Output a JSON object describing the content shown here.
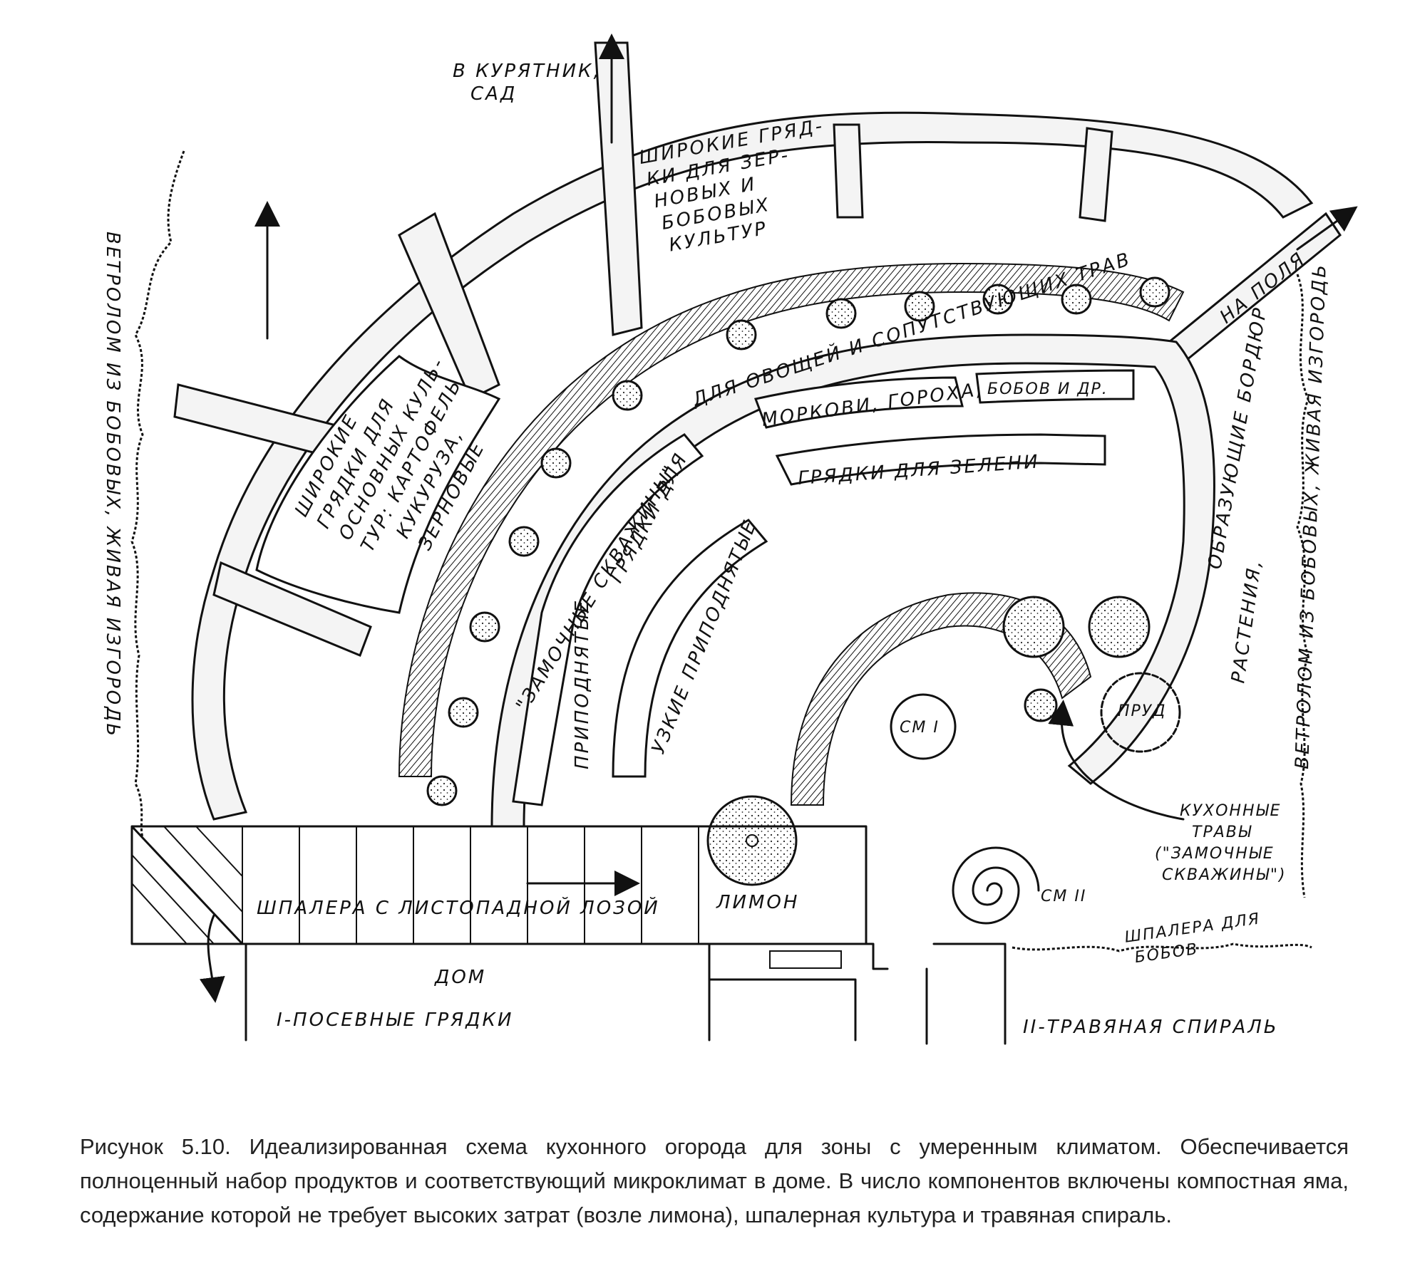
{
  "labels": {
    "to_chicken_coop": "В КУРЯТНИК,",
    "garden": "САД",
    "wide_beds_grain_l1": "ШИРОКИЕ ГРЯД-",
    "wide_beds_grain_l2": "КИ ДЛЯ ЗЕР-",
    "wide_beds_grain_l3": "НОВЫХ И",
    "wide_beds_grain_l4": "БОБОВЫХ",
    "wide_beds_grain_l5": "КУЛЬТУР",
    "windbreak_left": "ВЕТРОЛОМ ИЗ БОБОВЫХ, ЖИВАЯ ИЗГОРОДЬ",
    "wide_beds_main_l1": "ШИРОКИЕ",
    "wide_beds_main_l2": "ГРЯДКИ ДЛЯ",
    "wide_beds_main_l3": "ОСНОВНЫХ КУЛЬ-",
    "wide_beds_main_l4": "ТУР: КАРТОФЕЛЬ,",
    "wide_beds_main_l5": "КУКУРУЗА,",
    "wide_beds_main_l6": "ЗЕРНОВЫЕ",
    "keyhole_beds": "\"ЗАМОЧНЫЕ СКВАЖИНЫ\"",
    "for_vegetables": "ДЛЯ ОВОЩЕЙ И СОПУТСТВУЮЩИХ ТРАВ",
    "to_fields": "НА ПОЛЯ",
    "beds_for": "ГРЯДКИ ДЛЯ",
    "carrots_peas": "МОРКОВИ, ГОРОХА,",
    "beans_etc": "БОБОВ И ДР.",
    "beds_for_greens": "ГРЯДКИ ДЛЯ ЗЕЛЕНИ",
    "raised_beds": "ПРИПОДНЯТЫЕ",
    "narrow_raised": "УЗКИЕ ПРИПОДНЯТЫЕ",
    "border_plants": "ОБРАЗУЮЩИЕ БОРДЮР",
    "plants": "РАСТЕНИЯ,",
    "windbreak_right": "ВЕТРОЛОМ ИЗ БОБОВЫХ, ЖИВАЯ ИЗГОРОДЬ",
    "pond": "ПРУД",
    "see_1": "СМ I",
    "see_2": "СМ II",
    "kitchen_herbs_l1": "КУХОННЫЕ",
    "kitchen_herbs_l2": "ТРАВЫ",
    "kitchen_herbs_l3": "(\"ЗАМОЧНЫЕ",
    "kitchen_herbs_l4": "СКВАЖИНЫ\")",
    "trellis_vine": "ШПАЛЕРА С ЛИСТОПАДНОЙ ЛОЗОЙ",
    "lemon": "ЛИМОН",
    "house": "ДОМ",
    "trellis_beans_l1": "ШПАЛЕРА ДЛЯ",
    "trellis_beans_l2": "БОБОВ",
    "legend_1": "I-ПОСЕВНЫЕ ГРЯДКИ",
    "legend_2": "II-ТРАВЯНАЯ СПИРАЛЬ"
  },
  "caption": "Рисунок 5.10. Идеализированная схема кухонного огорода для зоны с умеренным климатом. Обеспечивается полноценный набор продуктов и  соответствующий микроклимат в доме.  В число компонентов включены компостная яма, содержание которой не требует высоких затрат (возле лимона), шпалерная культура и травяная спираль."
}
